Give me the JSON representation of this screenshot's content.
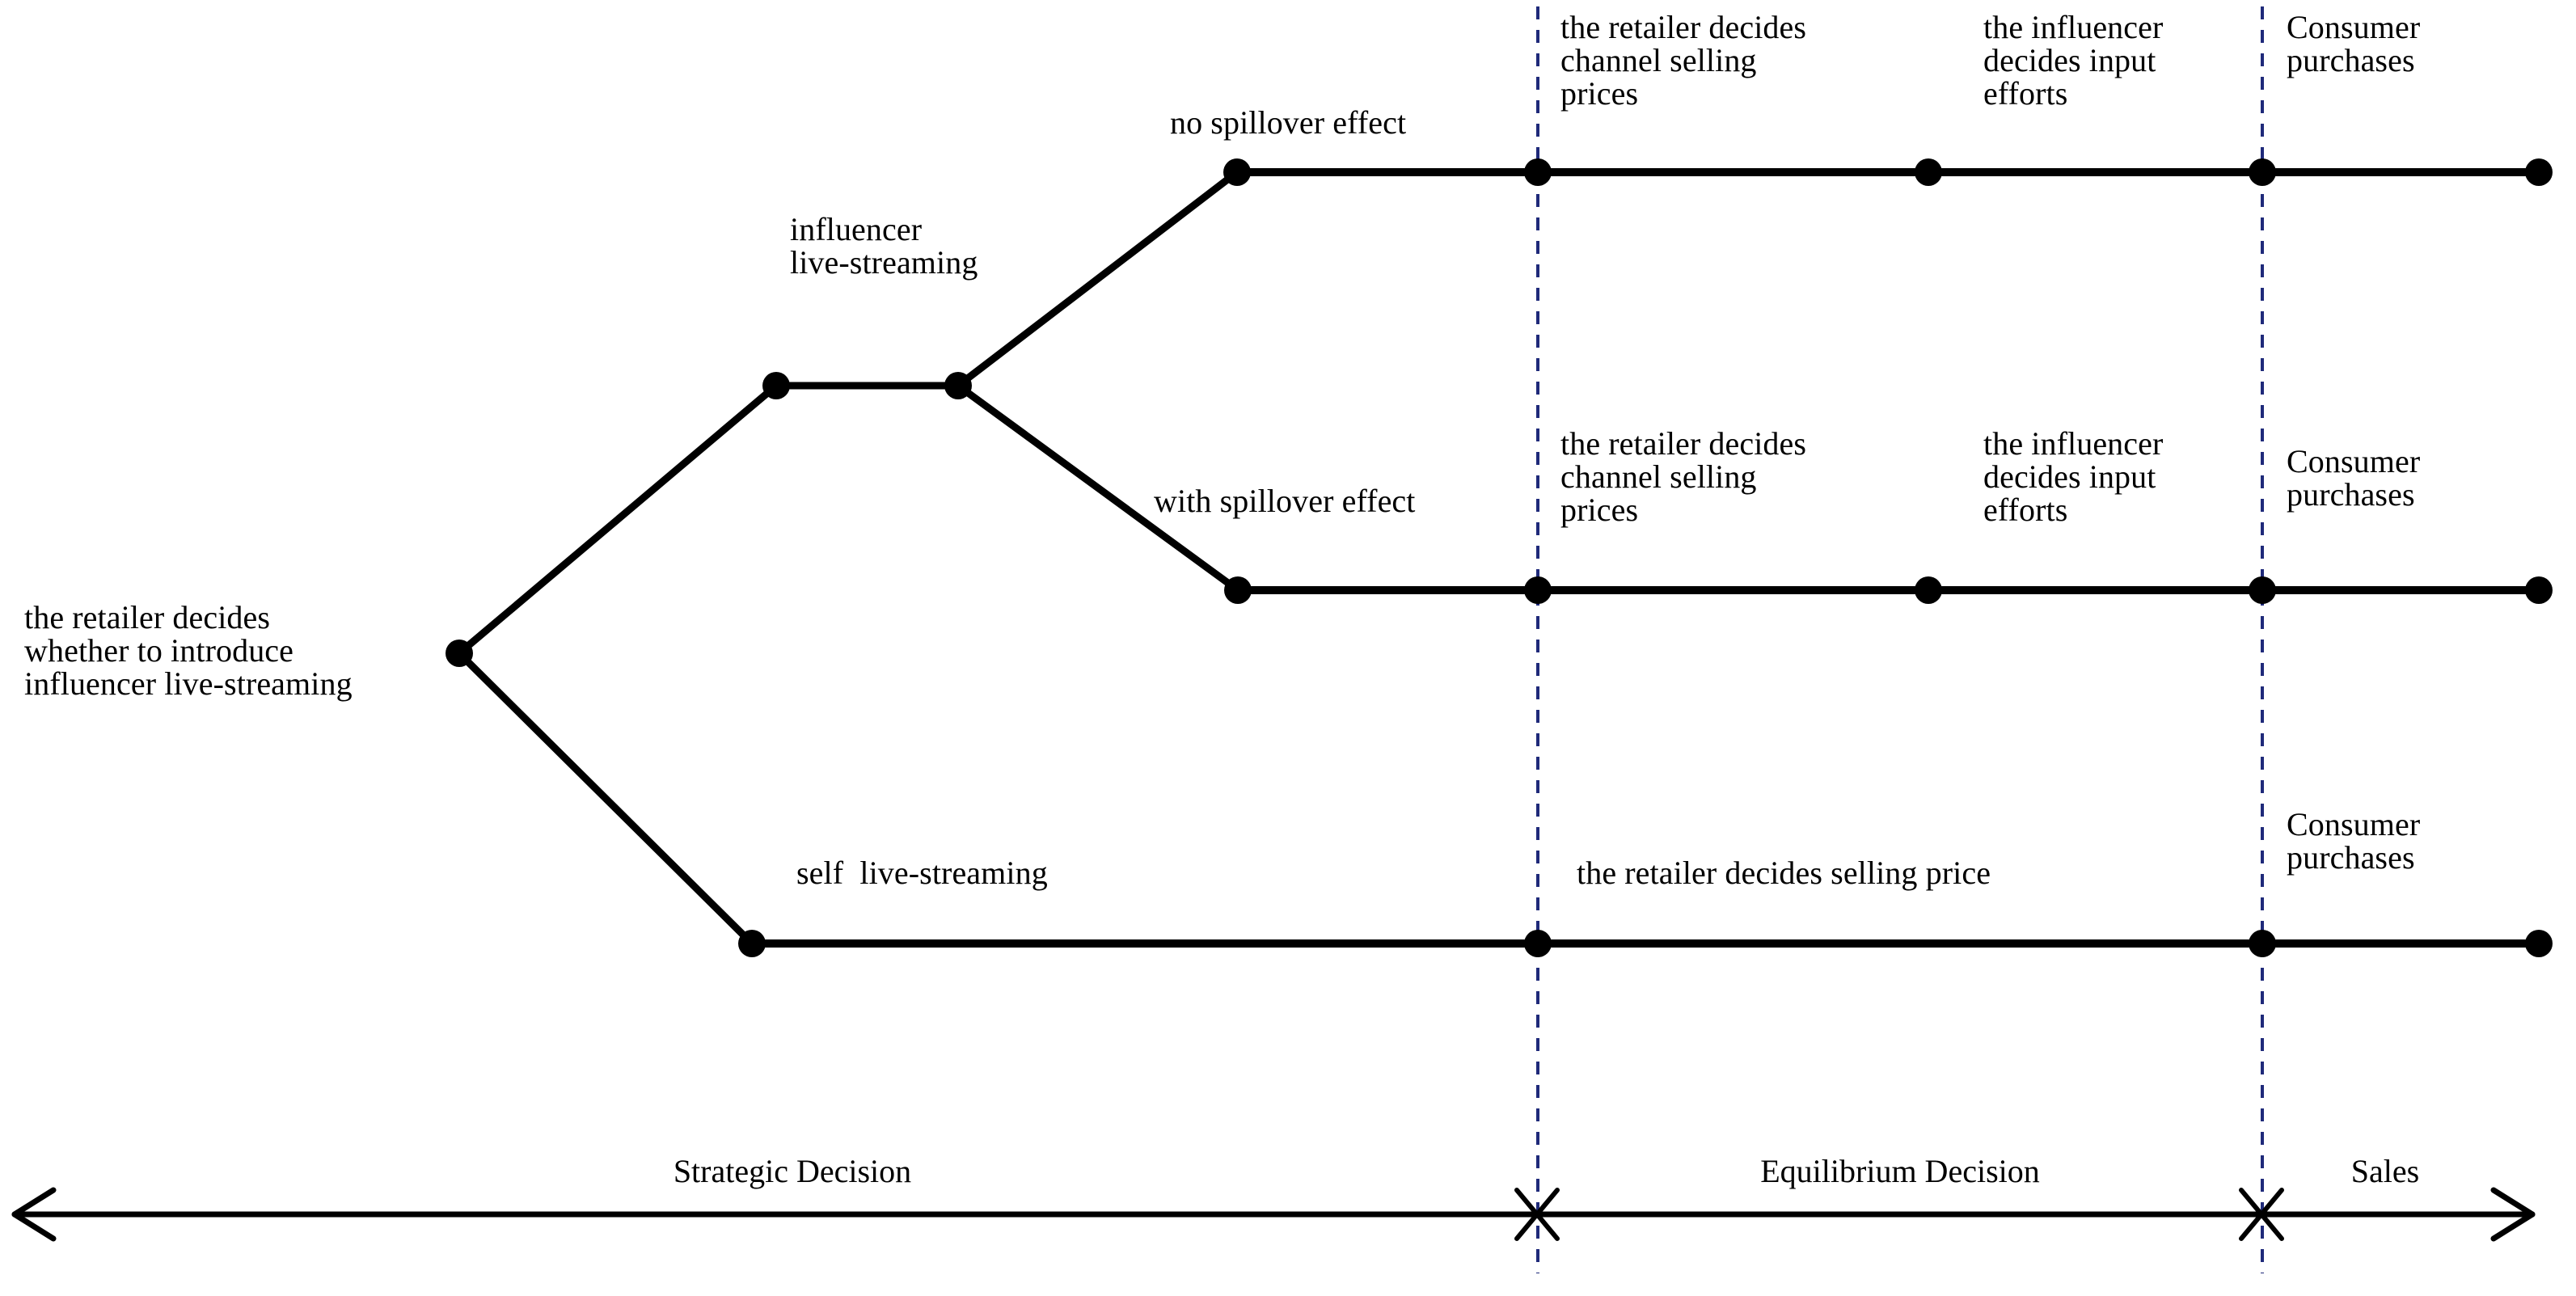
{
  "diagram": {
    "title": "Event sequence / decision tree for retailer live-streaming channel",
    "colors": {
      "line": "#000000",
      "node": "#000000",
      "divider": "#1f2a7a",
      "background": "#ffffff"
    },
    "root": {
      "label": "the retailer decides\nwhether to introduce\ninfluencer live-streaming"
    },
    "branches": {
      "influencer": {
        "label": "influencer\nlive-streaming"
      },
      "no_spillover": {
        "label": "no spillover effect"
      },
      "with_spillover": {
        "label": "with spillover effect"
      },
      "self": {
        "label": "self  live-streaming"
      }
    },
    "rows": [
      {
        "id": "no-spillover-row",
        "stages": [
          "the retailer decides\nchannel selling\nprices",
          "the influencer\ndecides input\nefforts",
          "Consumer\npurchases"
        ]
      },
      {
        "id": "with-spillover-row",
        "stages": [
          "the retailer decides\nchannel selling\nprices",
          "the influencer\ndecides input\nefforts",
          "Consumer\npurchases"
        ]
      },
      {
        "id": "self-row",
        "stages": [
          "the retailer decides selling price",
          "Consumer\npurchases"
        ]
      }
    ],
    "timeline": {
      "phases": [
        {
          "label": "Strategic Decision"
        },
        {
          "label": "Equilibrium Decision"
        },
        {
          "label": "Sales"
        }
      ]
    }
  }
}
